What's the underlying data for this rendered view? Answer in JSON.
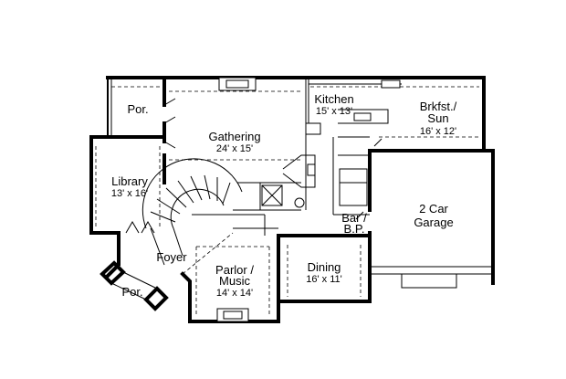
{
  "rooms": {
    "porch_top": {
      "name": "Por."
    },
    "gathering": {
      "name": "Gathering",
      "size": "24' x 15'"
    },
    "kitchen": {
      "name": "Kitchen",
      "size": "15' x 13'"
    },
    "breakfast": {
      "name": "Brkfst./",
      "name2": "Sun",
      "size": "16' x 12'"
    },
    "library": {
      "name": "Library",
      "size": "13' x 16'"
    },
    "garage": {
      "name": "2 Car",
      "name2": "Garage"
    },
    "bar": {
      "name": "Bar /",
      "name2": "B.P."
    },
    "foyer": {
      "name": "Foyer"
    },
    "parlor": {
      "name": "Parlor /",
      "name2": "Music",
      "size": "14' x 14'"
    },
    "dining": {
      "name": "Dining",
      "size": "16' x 11'"
    },
    "porch_bottom": {
      "name": "Por."
    }
  }
}
